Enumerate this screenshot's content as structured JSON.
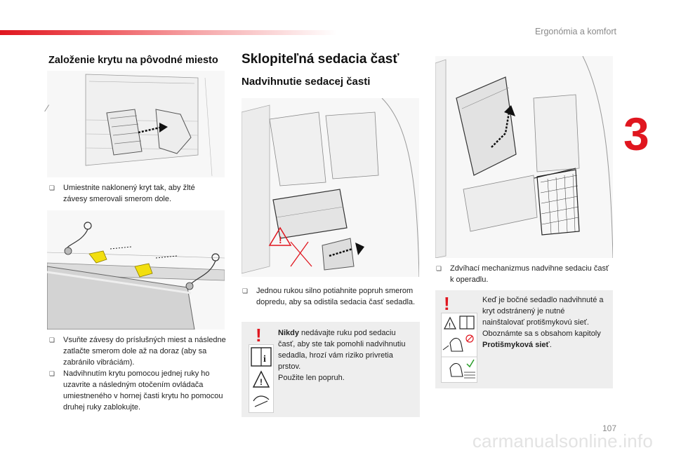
{
  "header": {
    "section": "Ergonómia a komfort",
    "chapter": "3",
    "page": "107"
  },
  "watermark": "carmanualsonline.info",
  "col1": {
    "heading": "Založenie krytu na pôvodné miesto",
    "bullet1": "Umiestnite naklonený kryt tak, aby žlté závesy smerovali smerom dole.",
    "bullet2": "Vsuňte závesy do príslušných miest a následne zatlačte smerom dole až na doraz (aby sa zabránilo vibráciám).",
    "bullet3": "Nadvihnutím krytu pomocou jednej ruky ho uzavrite a následným otočením ovládača umiestneného v hornej časti krytu ho pomocou druhej ruky zablokujte."
  },
  "col2": {
    "heading": "Sklopiteľná sedacia časť",
    "subheading": "Nadvihnutie sedacej časti",
    "bullet": "Jednou rukou silno potiahnite popruh smerom dopredu, aby sa odistila sedacia časť sedadla.",
    "warning": {
      "bold": "Nikdy",
      "text": " nedávajte ruku pod sedaciu časť, aby ste tak pomohli nadvihnutiu sedadla, hrozí vám riziko privretia prstov.",
      "line2": "Použite len popruh."
    }
  },
  "col3": {
    "bullet": "Zdvíhací mechanizmus nadvihne sedaciu časť k operadlu.",
    "warning": {
      "text": "Keď je bočné sedadlo nadvihnuté a kryt odstránený je nutné nainštalovať protišmykovú sieť. Obozn­ámte sa s obsahom kapitoly ",
      "bold": "Protišmyková sieť",
      "end": "."
    }
  },
  "colors": {
    "accent": "#e0161f",
    "hinge": "#f2df10",
    "warning_bg": "#eeeeee"
  },
  "icons": [
    "bullet-square-icon",
    "warning-exclamation-icon",
    "manual-book-icon",
    "caution-triangle-icon",
    "hand-caution-icon",
    "child-seat-icon"
  ]
}
